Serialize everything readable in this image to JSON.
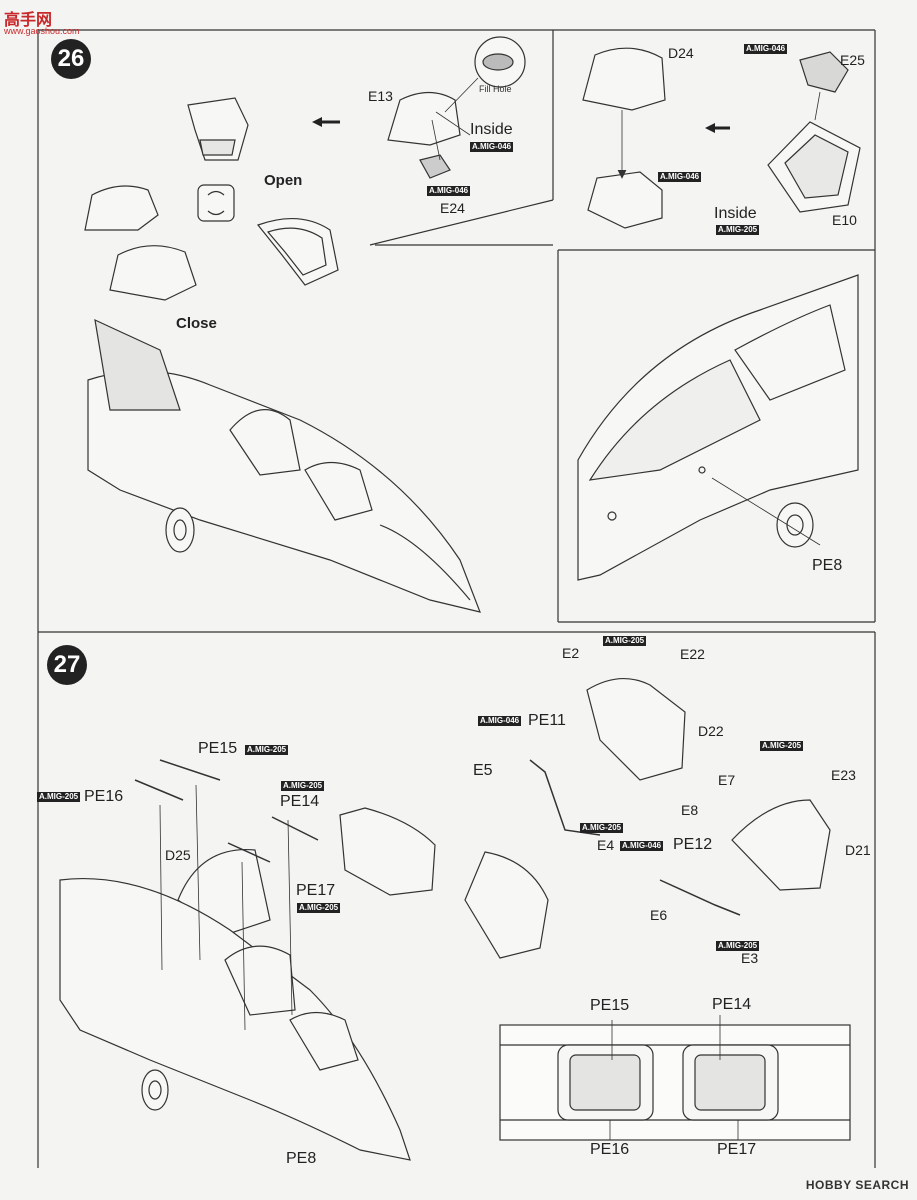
{
  "watermark": {
    "site_name": "高手网",
    "site_url": "www.gaoshou.com",
    "bottom_logo": "HOBBY SEARCH"
  },
  "step26": {
    "number": "26",
    "open_label": "Open",
    "close_label": "Close",
    "fill_hole_label": "Fill Hole",
    "inside_label_1": "Inside",
    "inside_label_2": "Inside",
    "parts": {
      "e13": "E13",
      "e24": "E24",
      "d24": "D24",
      "e25": "E25",
      "e10": "E10",
      "pe8": "PE8"
    },
    "paints": {
      "p1": "A.MIG-046",
      "p2": "A.MIG-046",
      "p3": "A.MIG-046",
      "p4": "A.MIG-046",
      "p5": "A.MIG-205"
    }
  },
  "step27": {
    "number": "27",
    "parts": {
      "e2": "E2",
      "e22": "E22",
      "pe11": "PE11",
      "e5": "E5",
      "d22": "D22",
      "e4": "E4",
      "e7": "E7",
      "e23": "E23",
      "e8": "E8",
      "d21": "D21",
      "pe12": "PE12",
      "e6": "E6",
      "e3": "E3",
      "pe15": "PE15",
      "pe16": "PE16",
      "pe14": "PE14",
      "d25": "D25",
      "pe17": "PE17",
      "pe8": "PE8"
    },
    "paints": {
      "p1": "A.MIG-205",
      "p2": "A.MIG-046",
      "p3": "A.MIG-205",
      "p4": "A.MIG-046",
      "p5": "A.MIG-205",
      "p6": "A.MIG-205",
      "p7": "A.MIG-205",
      "p8": "A.MIG-205",
      "p9": "A.MIG-205",
      "p10": "A.MIG-205"
    },
    "inset_parts": {
      "pe15": "PE15",
      "pe14": "PE14",
      "pe16": "PE16",
      "pe17": "PE17"
    }
  }
}
